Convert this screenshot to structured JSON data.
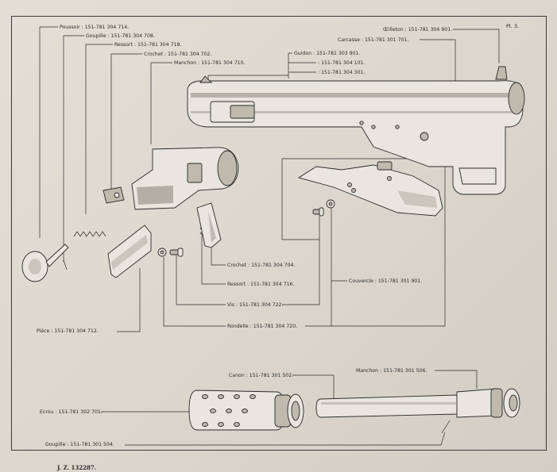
{
  "plate": "Pl. 3.",
  "footer": "J. Z. 132287.",
  "labels": {
    "poussoir": "Poussoir : 151-781 304 714.",
    "goupille1": "Goupille : 151-781 304 708.",
    "ressort1": "Ressort : 151-781 304 718.",
    "crochet1": "Crochet : 151-781 304 702.",
    "manchon1": "Manchon : 151-781 304 710.",
    "guidon": "Guidon : 151-781 303 901.",
    "guidon2": ": 151-781 304 101.",
    "guidon3": ": 151-781 304 301.",
    "oeilleton": "Œilleton : 151-781 304 901.",
    "carcasse": "Carcasse : 151-781 301 701.",
    "crochet2": "Crochet : 151-781 304 704.",
    "ressort2": "Ressort : 151-781 304 716.",
    "couvercle": "Couvercle : 151-781 301 901.",
    "vis": "Vis : 151-781 304 722.",
    "piece": "Pièce : 151-781 304 712.",
    "rondelle": "Rondelle : 151-781 304 720.",
    "canon": "Canon : 151-781 301 502.",
    "manchon2": "Manchon : 151-781 301 506.",
    "ecrou": "Ecrou : 151-781 302 701.",
    "goupille2": "Goupille : 151-781 301 504."
  }
}
